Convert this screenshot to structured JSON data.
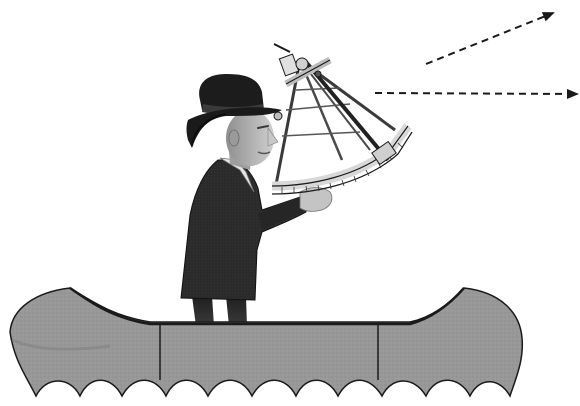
{
  "colors": {
    "background": "#ffffff",
    "ink": "#1a1a1a",
    "coat": "#2b2b2b",
    "hat": "#1c1c1c",
    "skin": "#b9b9b9",
    "boat_fill": "#9a9a9a",
    "boat_shadow": "#7d7d7d",
    "sextant_metal": "#d8d8d8"
  },
  "icons": {
    "upper_ray": "dashed-arrow",
    "lower_ray": "dashed-arrow",
    "instrument": "sextant",
    "boat": "canoe",
    "figure": "man-in-fedora"
  }
}
